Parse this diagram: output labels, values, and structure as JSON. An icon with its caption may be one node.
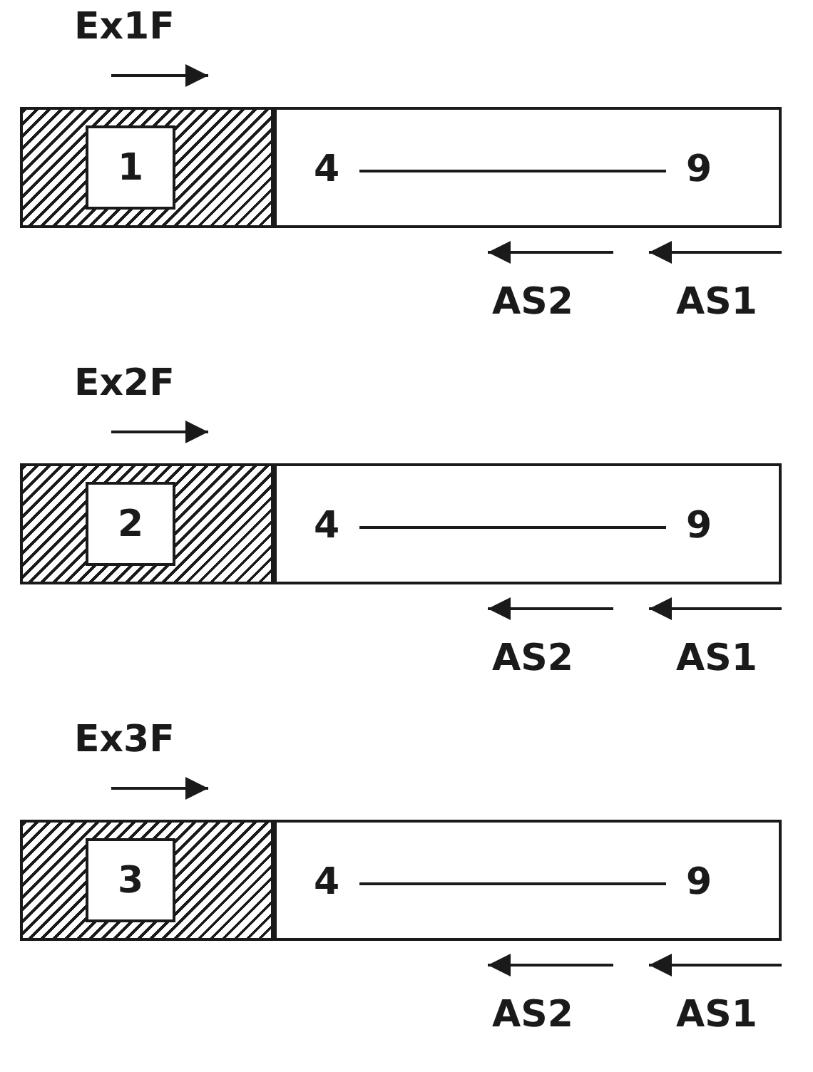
{
  "diagram": {
    "nodes": [
      {
        "text": [],
        "shape": "box"
      },
      {
        "text": [
          "1"
        ],
        "in": 0
      },
      {
        "text": [],
        "shape": "box"
      },
      {
        "text": [
          "4"
        ],
        "in": 2
      },
      {
        "text": [
          "9"
        ],
        "in": 2
      },
      {
        "text": [],
        "shape": "box"
      },
      {
        "text": [
          "2"
        ],
        "in": 5
      },
      {
        "text": [],
        "shape": "box"
      },
      {
        "text": [
          "4"
        ],
        "in": 7
      },
      {
        "text": [
          "9"
        ],
        "in": 7
      },
      {
        "text": [],
        "shape": "box"
      },
      {
        "text": [
          "3"
        ],
        "in": 10
      },
      {
        "text": [],
        "shape": "box"
      },
      {
        "text": [
          "4"
        ],
        "in": 12
      },
      {
        "text": [
          "9"
        ],
        "in": 12
      }
    ],
    "edges": [
      {
        "from": 3,
        "to": 4,
        "arrow": "none"
      },
      {
        "from": 8,
        "to": 9,
        "arrow": "none"
      },
      {
        "from": 13,
        "to": 14,
        "arrow": "none"
      }
    ],
    "labels": [
      "Ex1F",
      "AS2",
      "AS1",
      "Ex2F",
      "AS2",
      "AS1",
      "Ex3F",
      "AS2",
      "AS1"
    ]
  }
}
